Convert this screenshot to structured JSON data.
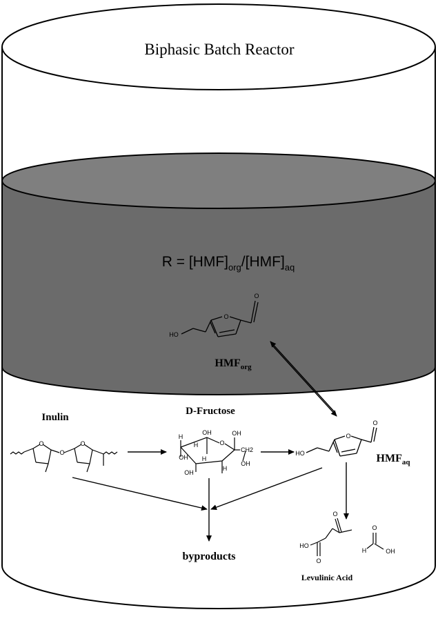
{
  "reactor": {
    "title": "Biphasic Batch Reactor"
  },
  "organic_phase": {
    "ratio_prefix": "R = [HMF]",
    "ratio_sub1": "org",
    "ratio_mid": "/[HMF]",
    "ratio_sub2": "aq",
    "hmf_label": "HMF",
    "hmf_sub": "org",
    "atoms": {
      "ho": "HO",
      "o_ring": "O",
      "o_ald": "O"
    }
  },
  "aqueous_phase": {
    "inulin_label": "Inulin",
    "fructose_label": "D-Fructose",
    "hmf_label": "HMF",
    "hmf_sub": "aq",
    "byproducts_label": "byproducts",
    "levulinic_label": "Levulinic Acid",
    "inulin_atoms": {
      "o1": "O",
      "o2": "O",
      "o3": "O"
    },
    "fructose_atoms": {
      "h1": "H",
      "h2": "H",
      "oh1": "OH",
      "o_ring": "O",
      "oh2": "OH",
      "ch2": "CH2",
      "oh3": "OH",
      "oh4": "OH",
      "h3": "H",
      "oh5": "OH",
      "h4": "H"
    },
    "hmf_atoms": {
      "ho": "HO",
      "o_ring": "O",
      "o_ald": "O"
    },
    "levulinic_atoms": {
      "ho": "HO",
      "o_ketone": "O",
      "o_acid": "O"
    },
    "formic_atoms": {
      "o": "O",
      "h": "H",
      "oh": "OH"
    }
  },
  "colors": {
    "organic_phase_fill": "#6b6b6b",
    "organic_top_fill": "#7f7f7f",
    "outline": "#000000",
    "background": "#ffffff"
  }
}
